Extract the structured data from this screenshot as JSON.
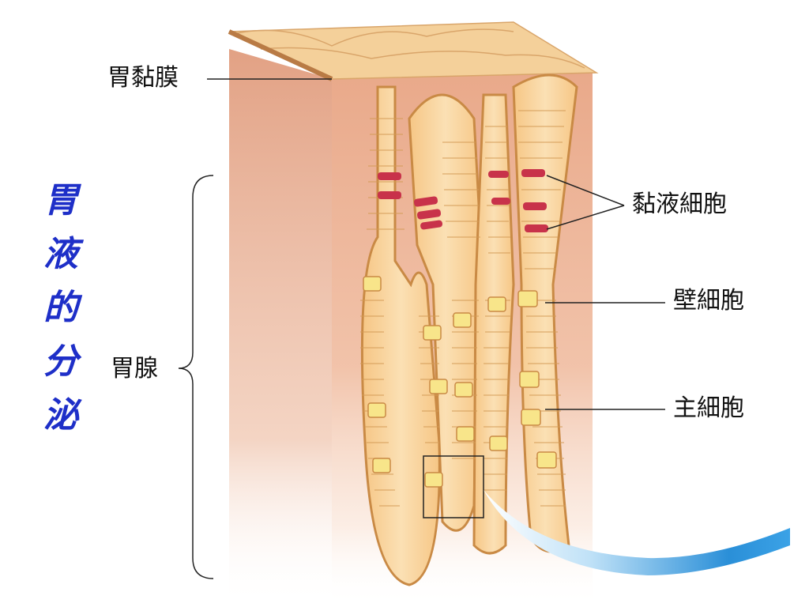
{
  "title_chars": [
    "胃",
    "液",
    "的",
    "分",
    "泌"
  ],
  "labels": {
    "mucosa": "胃黏膜",
    "gland": "胃腺",
    "mucous_cell": "黏液細胞",
    "parietal_cell": "壁細胞",
    "chief_cell": "主細胞"
  },
  "colors": {
    "title": "#1e2fc8",
    "tissue": "#f2c8aa",
    "gland_cell": "#f5c77a",
    "mucous_cell": "#c8324a",
    "parietal_cell": "#f8e58a",
    "swoosh": "#2a8fd8"
  }
}
